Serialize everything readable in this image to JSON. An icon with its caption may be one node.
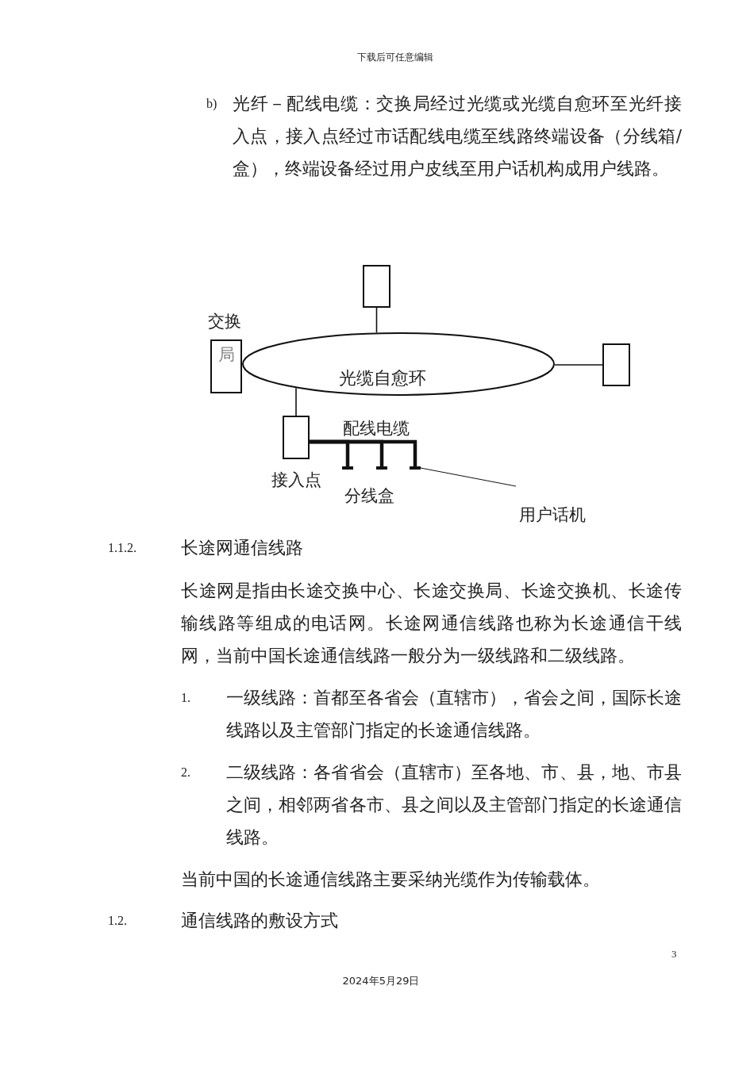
{
  "diagram": {
    "nodes": [
      {
        "text": [
          "交换",
          "局"
        ]
      },
      {
        "text": [],
        "shape": "box"
      },
      {
        "text": [
          "光缆自愈环"
        ]
      },
      {
        "text": [],
        "shape": "box"
      },
      {
        "text": [
          "接入点"
        ]
      },
      {
        "text": [],
        "shape": "bar"
      },
      {
        "text": [],
        "shape": "bar"
      },
      {
        "text": [],
        "shape": "bar"
      },
      {
        "text": [
          "用户话机"
        ]
      }
    ],
    "edges": [
      {
        "from": 1,
        "to": 2,
        "arrow": "none"
      },
      {
        "from": 3,
        "to": 2,
        "arrow": "none"
      },
      {
        "from": 2,
        "to": 4,
        "arrow": "none"
      },
      {
        "from": 4,
        "to": 5,
        "arrow": "none",
        "style": "thick",
        "label": "配线电缆"
      },
      {
        "from": 4,
        "to": 6,
        "arrow": "none",
        "style": "thick"
      },
      {
        "from": 4,
        "to": 7,
        "arrow": "none",
        "style": "thick"
      },
      {
        "from": 8,
        "to": 7,
        "arrow": "none"
      }
    ],
    "labels": [
      "下载后可任意编辑",
      "b)",
      "光纤－配线电缆：交换局经过光缆或光缆自愈环至光纤接入点，接入点经过市话配线电缆至线路终端设备（分线箱/盒），终端设备经过用户皮线至用户话机构成用户线路。",
      "分线盒",
      "1.1.2.",
      "长途网通信线路",
      "长途网是指由长途交换中心、长途交换局、长途交换机、长途传输线路等组成的电话网。长途网通信线路也称为长途通信干线网，当前中国长途通信线路一般分为一级线路和二级线路。",
      "1.",
      "一级线路：首都至各省会（直辖市），省会之间，国际长途线路以及主管部门指定的长途通信线路。",
      "2.",
      "二级线路：各省省会（直辖市）至各地、市、县，地、市县之间，相邻两省各市、县之间以及主管部门指定的长途通信线路。",
      "当前中国的长途通信线路主要采纳光缆作为传输载体。",
      "1.2.",
      "通信线路的敷设方式",
      "3",
      "2024年5月29日"
    ]
  }
}
